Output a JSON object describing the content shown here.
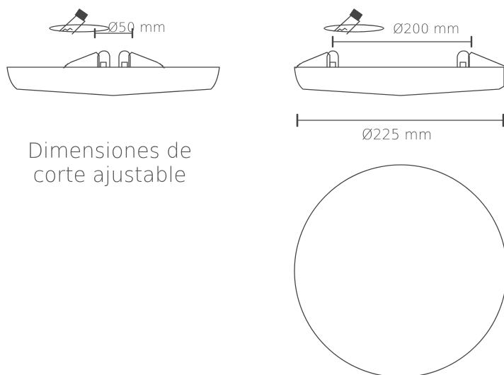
{
  "left_panel": {
    "cut_diameter_label": "Ø50 mm",
    "caption_line1": "Dimensiones de",
    "caption_line2": "corte ajustable"
  },
  "right_panel": {
    "cut_diameter_label": "Ø200 mm",
    "outer_diameter_label": "Ø225 mm"
  },
  "colors": {
    "stroke": "#444444",
    "text": "#555555",
    "background": "#ffffff"
  },
  "icons": [
    "saw-icon",
    "spring-clip-icon"
  ]
}
